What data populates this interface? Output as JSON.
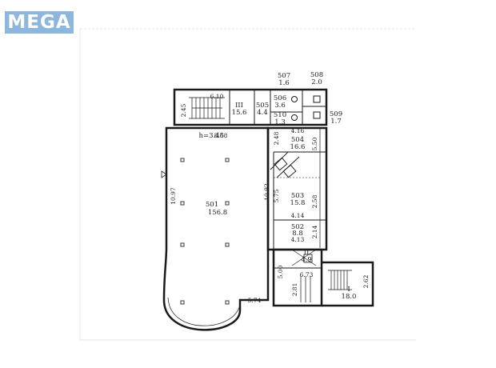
{
  "logo": {
    "text": "MEGA"
  },
  "plan": {
    "ceiling": "h=3.45",
    "rooms": [
      {
        "num": "501",
        "area": "156.8"
      },
      {
        "num": "502",
        "area": "8.8"
      },
      {
        "num": "503",
        "area": "15.8"
      },
      {
        "num": "504",
        "area": "16.6"
      },
      {
        "num": "505",
        "area": "4.4"
      },
      {
        "num": "506",
        "area": "3.6"
      },
      {
        "num": "507",
        "area": "1.6"
      },
      {
        "num": "508",
        "area": "2.0"
      },
      {
        "num": "509",
        "area": "1.7"
      },
      {
        "num": "510",
        "area": "1.3"
      },
      {
        "num": "III",
        "area": "15.6"
      },
      {
        "num": "II",
        "area": "4.9"
      },
      {
        "num": "I",
        "area": "18.0"
      }
    ],
    "dimensions": {
      "d_610": "6.10",
      "d_245": "2.45",
      "d_868": "8.68",
      "d_1097": "10.97",
      "d_1092": "10.92",
      "d_416": "4.16",
      "d_248": "2.48",
      "d_550": "5.50",
      "d_575": "5.75",
      "d_258": "2.58",
      "d_414": "4.14",
      "d_214": "2.14",
      "d_413": "4.13",
      "d_500": "5.00",
      "d_673": "6.73",
      "d_281": "2.81",
      "d_262": "2.62",
      "d_574": "5.74"
    }
  }
}
